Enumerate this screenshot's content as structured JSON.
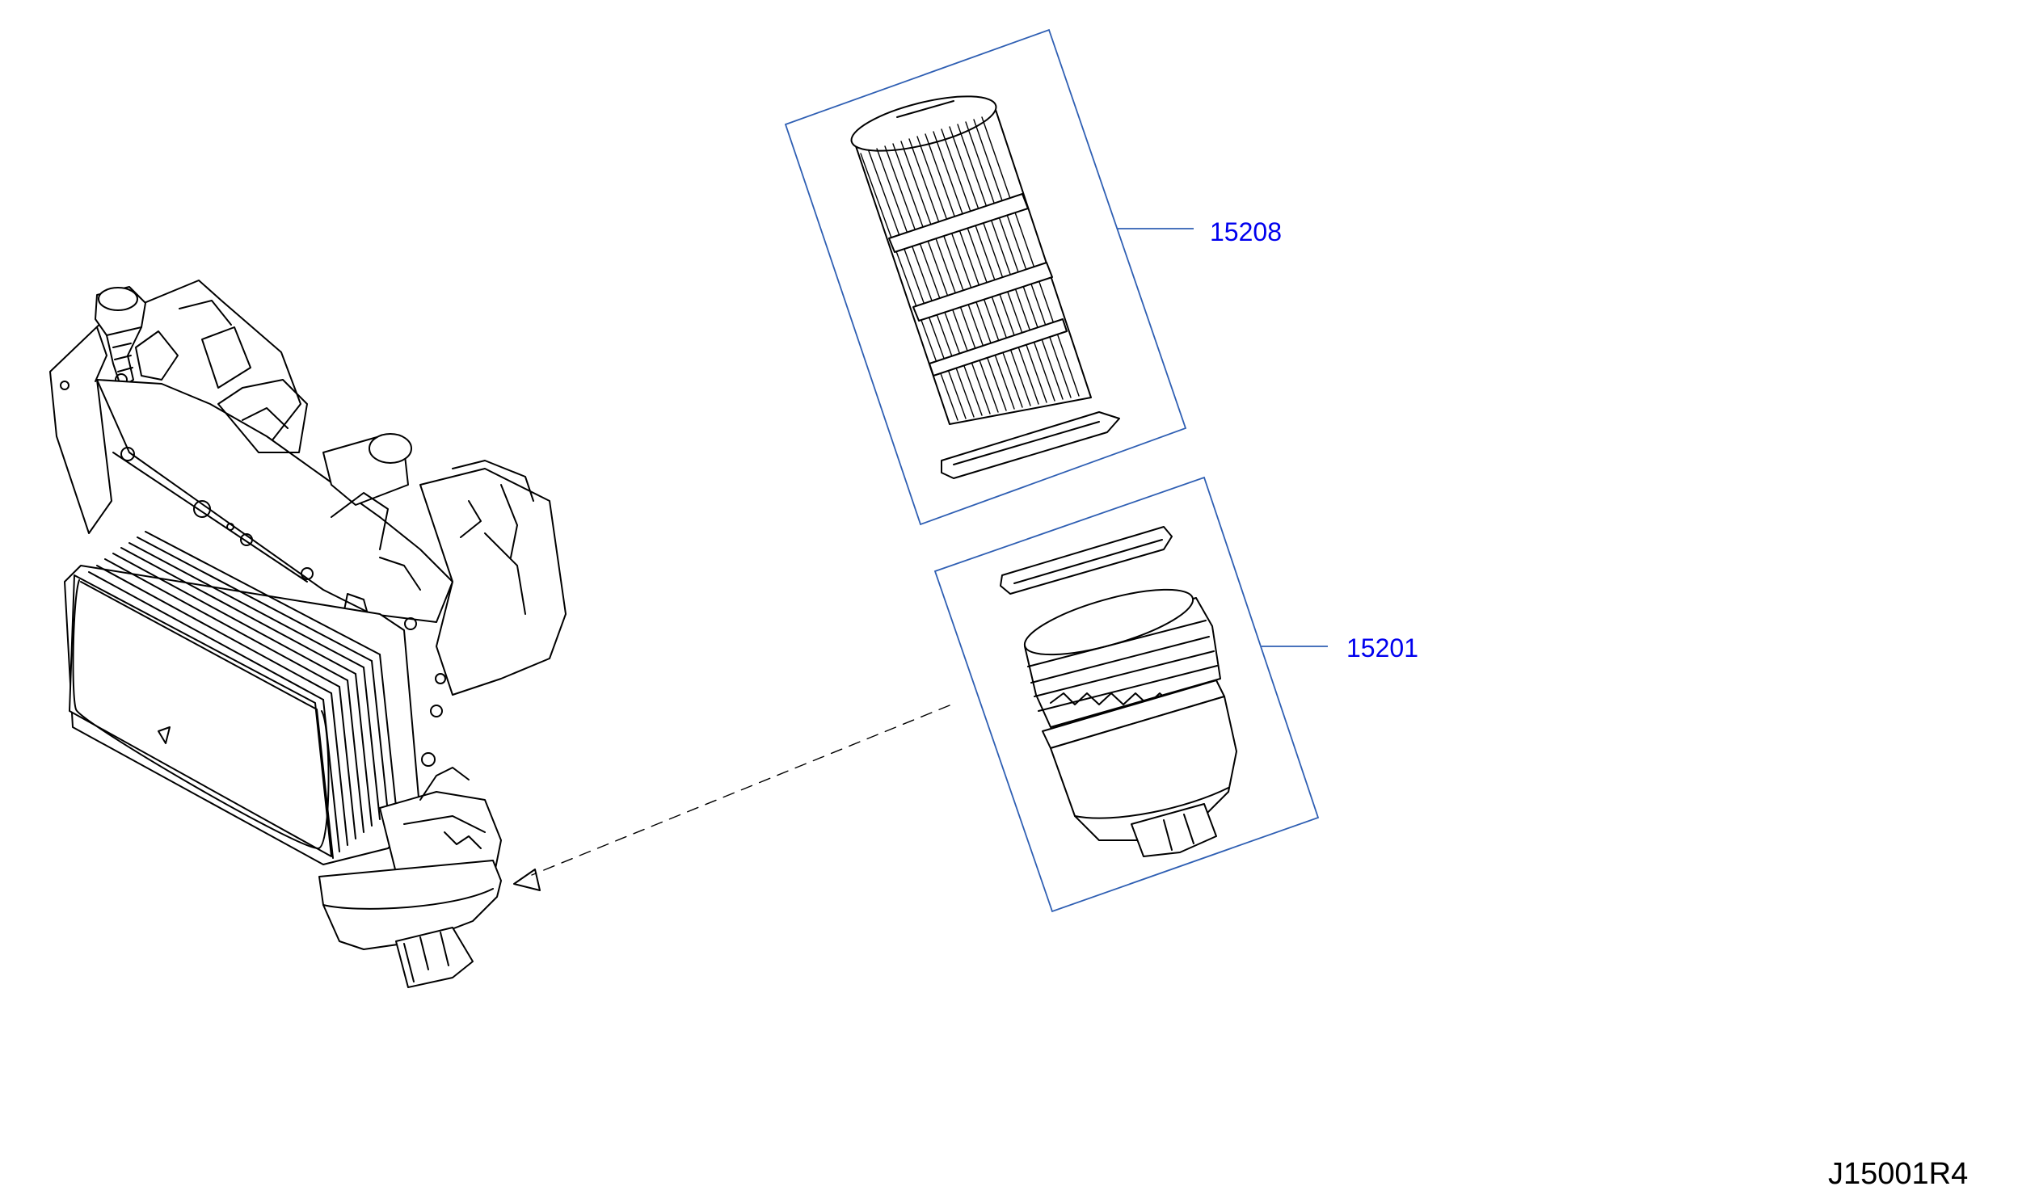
{
  "parts": [
    {
      "part_number": "15208"
    },
    {
      "part_number": "15201"
    }
  ],
  "drawing_code": "J15001R4",
  "colors": {
    "callout_text": "#0000ee",
    "callout_frame": "#2f5fb3",
    "line_art": "#000000",
    "background": "#ffffff"
  }
}
